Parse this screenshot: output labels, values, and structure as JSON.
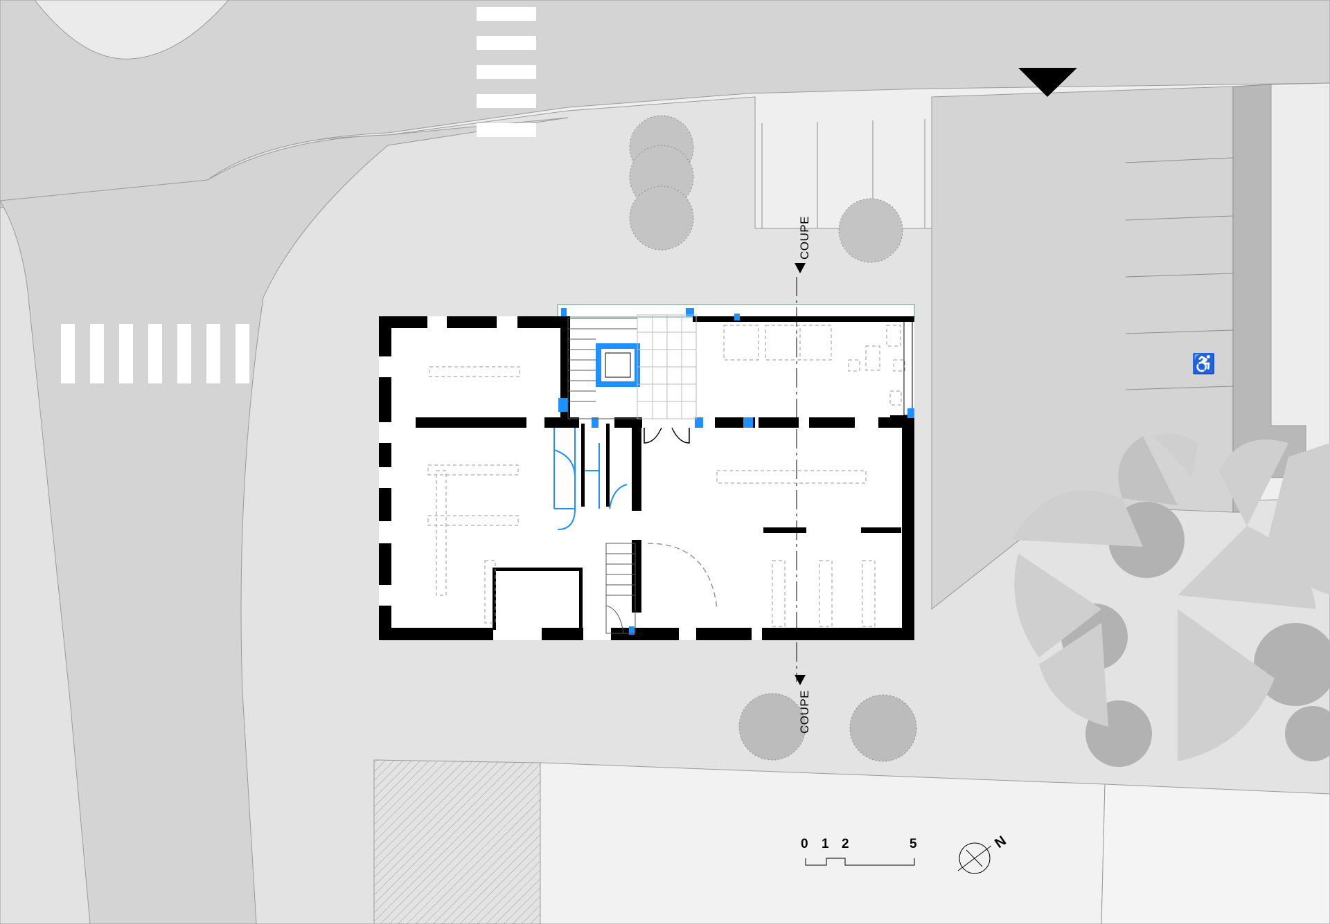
{
  "plan": {
    "section_label_top": "COUPE",
    "section_label_bottom": "COUPE"
  },
  "scale_bar": {
    "ticks": [
      "0",
      "1",
      "2",
      "5"
    ]
  },
  "north_arrow": {
    "label": "N"
  },
  "colors": {
    "road": "#d4d4d4",
    "sidewalk": "#e3e3e3",
    "parking": "#d4d4d4",
    "garden": "#efefef",
    "wall": "#000000",
    "new_work_accent": "#1e90ff",
    "tree_light": "#c8c8c8",
    "tree_dark": "#b4b4b4",
    "crosswalk": "#ffffff"
  }
}
